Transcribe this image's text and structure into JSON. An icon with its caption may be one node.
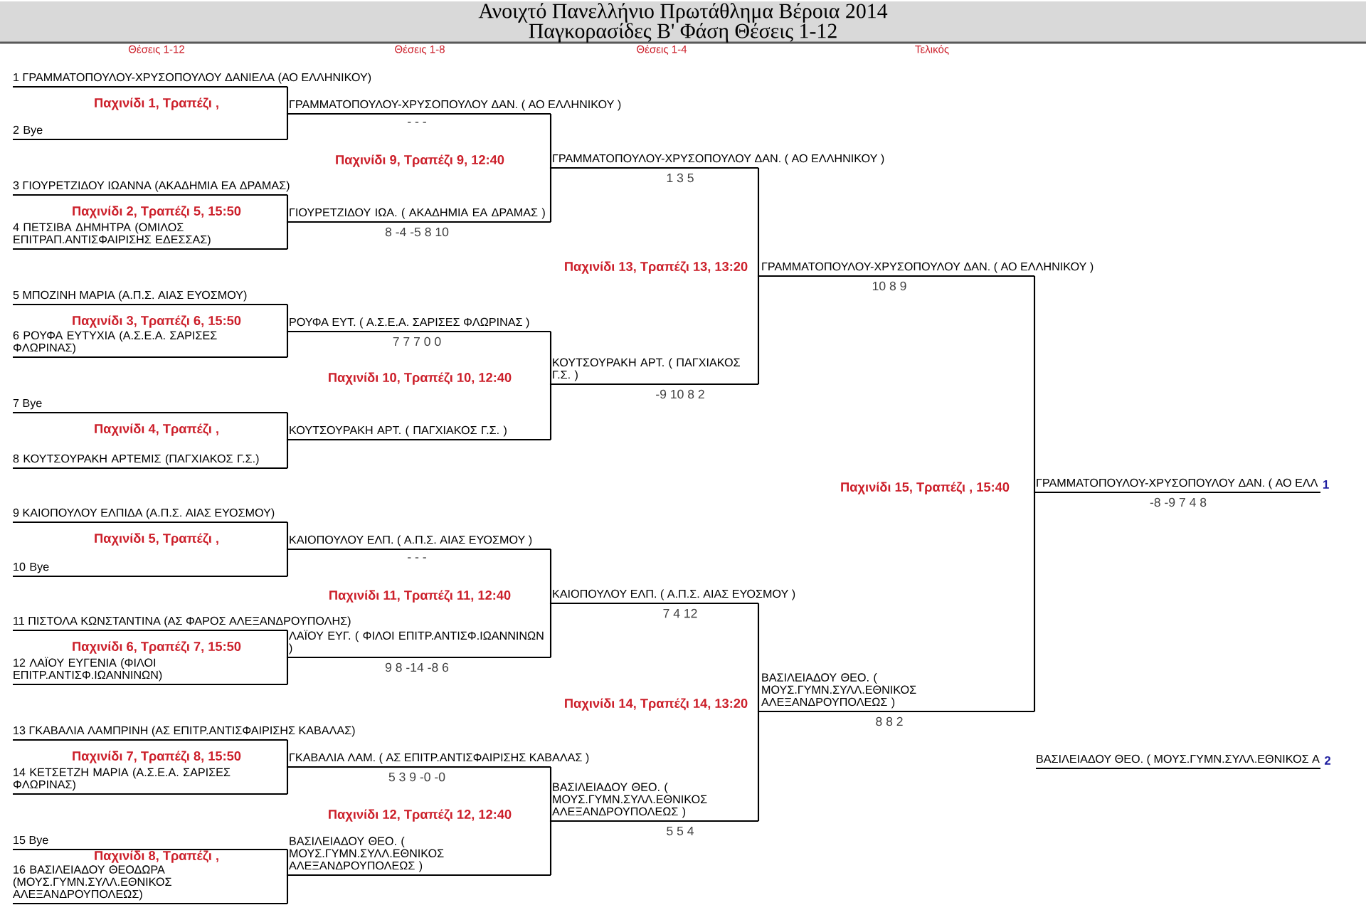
{
  "diagram": {
    "title": "Ανοιχτό Πανελλήνιο Πρωτάθλημα Βέροια 2014",
    "nodes": [
      {
        "text": [
          "1 ΓΡΑΜΜΑΤΟΠΟΥΛΟΥ-ΧΡΥΣΟΠΟΥΛΟΥ ΔΑΝΙΕΛΑ (ΑΟ ΕΛΛΗΝΙΚΟΥ)"
        ]
      },
      {
        "text": [
          "2 Bye"
        ]
      },
      {
        "text": [
          "3 ΓΙΟΥΡΕΤΖΙΔΟΥ ΙΩΑΝΝΑ (ΑΚΑΔΗΜΙΑ ΕΑ ΔΡΑΜΑΣ)"
        ]
      },
      {
        "text": [
          "4 ΠΕΤΣΙΒΑ ΔΗΜΗΤΡΑ (ΟΜΙΛΟΣ ΕΠΙΤΡΑΠ.ΑΝΤΙΣΦΑΙΡΙΣΗΣ ΕΔΕΣΣΑΣ)"
        ]
      },
      {
        "text": [
          "5 ΜΠΟΖΙΝΗ ΜΑΡΙΑ (Α.Π.Σ. ΑΙΑΣ ΕΥΟΣΜΟΥ)"
        ]
      },
      {
        "text": [
          "6 ΡΟΥΦΑ ΕΥΤΥΧΙΑ (Α.Σ.Ε.Α. ΣΑΡΙΣΕΣ ΦΛΩΡΙΝΑΣ)"
        ]
      },
      {
        "text": [
          "7 Bye"
        ]
      },
      {
        "text": [
          "8 ΚΟΥΤΣΟΥΡΑΚΗ ΑΡΤΕΜΙΣ (ΠΑΓΧΙΑΚΟΣ Γ.Σ.)"
        ]
      },
      {
        "text": [
          "9 ΚΑΙΟΠΟΥΛΟΥ ΕΛΠΙΔΑ (Α.Π.Σ. ΑΙΑΣ ΕΥΟΣΜΟΥ)"
        ]
      },
      {
        "text": [
          "10 Bye"
        ]
      },
      {
        "text": [
          "11 ΠΙΣΤΟΛΑ ΚΩΝΣΤΑΝΤΙΝΑ (ΑΣ ΦΑΡΟΣ ΑΛΕΞΑΝΔΡΟΥΠΟΛΗΣ)"
        ]
      },
      {
        "text": [
          "12 ΛΑΪΟΥ ΕΥΓΕΝΙΑ (ΦΙΛΟΙ ΕΠΙΤΡ.ΑΝΤΙΣΦ.ΙΩΑΝΝΙΝΩΝ)"
        ]
      },
      {
        "text": [
          "13 ΓΚΑΒΑΛΙΑ ΛΑΜΠΡΙΝΗ (ΑΣ ΕΠΙΤΡ.ΑΝΤΙΣΦΑΙΡΙΣΗΣ ΚΑΒΑΛΑΣ)"
        ]
      },
      {
        "text": [
          "14 ΚΕΤΣΕΤΖΗ ΜΑΡΙΑ (Α.Σ.Ε.Α. ΣΑΡΙΣΕΣ ΦΛΩΡΙΝΑΣ)"
        ]
      },
      {
        "text": [
          "15 Bye"
        ]
      },
      {
        "text": [
          "16 ΒΑΣΙΛΕΙΑΔΟΥ ΘΕΟΔΩΡΑ (ΜΟΥΣ.ΓΥΜΝ.ΣΥΛΛ.ΕΘΝΙΚΟΣ ΑΛΕΞΑΝΔΡΟΥΠΟΛΕΩΣ)"
        ]
      },
      {
        "text": [
          "ΓΡΑΜΜΑΤΟΠΟΥΛΟΥ-ΧΡΥΣΟΠΟΥΛΟΥ ΔΑΝ. ( ΑΟ ΕΛΛΗΝΙΚΟΥ )"
        ],
        "beside": [
          "- - -"
        ]
      },
      {
        "text": [
          "ΓΙΟΥΡΕΤΖΙΔΟΥ ΙΩΑ. ( ΑΚΑΔΗΜΙΑ ΕΑ ΔΡΑΜΑΣ )"
        ],
        "beside": [
          "8 -4 -5 8 10"
        ]
      },
      {
        "text": [
          "ΡΟΥΦΑ ΕΥΤ. ( Α.Σ.Ε.Α. ΣΑΡΙΣΕΣ ΦΛΩΡΙΝΑΣ )"
        ],
        "beside": [
          "7 7 7 0 0"
        ]
      },
      {
        "text": [
          "ΚΟΥΤΣΟΥΡΑΚΗ ΑΡΤ. ( ΠΑΓΧΙΑΚΟΣ Γ.Σ. )"
        ]
      },
      {
        "text": [
          "ΚΑΙΟΠΟΥΛΟΥ ΕΛΠ. ( Α.Π.Σ. ΑΙΑΣ ΕΥΟΣΜΟΥ )"
        ],
        "beside": [
          "- - -"
        ]
      },
      {
        "text": [
          "ΛΑΪΟΥ ΕΥΓ. ( ΦΙΛΟΙ ΕΠΙΤΡ.ΑΝΤΙΣΦ.ΙΩΑΝΝΙΝΩΝ )"
        ],
        "beside": [
          "9 8 -14 -8 6"
        ]
      },
      {
        "text": [
          "ΓΚΑΒΑΛΙΑ ΛΑΜ. ( ΑΣ ΕΠΙΤΡ.ΑΝΤΙΣΦΑΙΡΙΣΗΣ ΚΑΒΑΛΑΣ )"
        ],
        "beside": [
          "5 3 9 -0 -0"
        ]
      },
      {
        "text": [
          "ΒΑΣΙΛΕΙΑΔΟΥ ΘΕΟ. ( ΜΟΥΣ.ΓΥΜΝ.ΣΥΛΛ.ΕΘΝΙΚΟΣ ΑΛΕΞΑΝΔΡΟΥΠΟΛΕΩΣ )"
        ]
      },
      {
        "text": [
          "ΓΡΑΜΜΑΤΟΠΟΥΛΟΥ-ΧΡΥΣΟΠΟΥΛΟΥ ΔΑΝ. ( ΑΟ ΕΛΛΗΝΙΚΟΥ )"
        ],
        "beside": [
          "1 3 5"
        ]
      },
      {
        "text": [
          "ΚΟΥΤΣΟΥΡΑΚΗ ΑΡΤ. ( ΠΑΓΧΙΑΚΟΣ Γ.Σ. )"
        ],
        "beside": [
          "-9 10 8 2"
        ]
      },
      {
        "text": [
          "ΚΑΙΟΠΟΥΛΟΥ ΕΛΠ. ( Α.Π.Σ. ΑΙΑΣ ΕΥΟΣΜΟΥ )"
        ],
        "beside": [
          "7 4 12"
        ]
      },
      {
        "text": [
          "ΒΑΣΙΛΕΙΑΔΟΥ ΘΕΟ. ( ΜΟΥΣ.ΓΥΜΝ.ΣΥΛΛ.ΕΘΝΙΚΟΣ ΑΛΕΞΑΝΔΡΟΥΠΟΛΕΩΣ )"
        ],
        "beside": [
          "5 5 4"
        ]
      },
      {
        "text": [
          "ΓΡΑΜΜΑΤΟΠΟΥΛΟΥ-ΧΡΥΣΟΠΟΥΛΟΥ ΔΑΝ. ( ΑΟ ΕΛΛΗΝΙΚΟΥ )"
        ],
        "beside": [
          "10 8 9"
        ]
      },
      {
        "text": [
          "ΒΑΣΙΛΕΙΑΔΟΥ ΘΕΟ. ( ΜΟΥΣ.ΓΥΜΝ.ΣΥΛΛ.ΕΘΝΙΚΟΣ ΑΛΕΞΑΝΔΡΟΥΠΟΛΕΩΣ )"
        ],
        "beside": [
          "8 8 2"
        ]
      },
      {
        "text": [
          "ΓΡΑΜΜΑΤΟΠΟΥΛΟΥ-ΧΡΥΣΟΠΟΥΛΟΥ ΔΑΝ. ( ΑΟ ΕΛΛ"
        ],
        "beside": [
          "-8 -9 7 4 8",
          "1"
        ]
      },
      {
        "text": [
          "ΒΑΣΙΛΕΙΑΔΟΥ ΘΕΟ. ( ΜΟΥΣ.ΓΥΜΝ.ΣΥΛΛ.ΕΘΝΙΚΟΣ Α"
        ],
        "beside": [
          "2"
        ]
      }
    ],
    "edges": [
      {
        "from": 0,
        "to": 16,
        "arrow": "none"
      },
      {
        "from": 1,
        "to": 16,
        "arrow": "none"
      },
      {
        "from": 2,
        "to": 17,
        "arrow": "none"
      },
      {
        "from": 3,
        "to": 17,
        "arrow": "none"
      },
      {
        "from": 4,
        "to": 18,
        "arrow": "none"
      },
      {
        "from": 5,
        "to": 18,
        "arrow": "none"
      },
      {
        "from": 6,
        "to": 19,
        "arrow": "none"
      },
      {
        "from": 7,
        "to": 19,
        "arrow": "none"
      },
      {
        "from": 8,
        "to": 20,
        "arrow": "none"
      },
      {
        "from": 9,
        "to": 20,
        "arrow": "none"
      },
      {
        "from": 10,
        "to": 21,
        "arrow": "none"
      },
      {
        "from": 11,
        "to": 21,
        "arrow": "none"
      },
      {
        "from": 12,
        "to": 22,
        "arrow": "none"
      },
      {
        "from": 13,
        "to": 22,
        "arrow": "none"
      },
      {
        "from": 14,
        "to": 23,
        "arrow": "none"
      },
      {
        "from": 15,
        "to": 23,
        "arrow": "none"
      },
      {
        "from": 16,
        "to": 24,
        "arrow": "none"
      },
      {
        "from": 17,
        "to": 24,
        "arrow": "none"
      },
      {
        "from": 18,
        "to": 25,
        "arrow": "none"
      },
      {
        "from": 19,
        "to": 25,
        "arrow": "none"
      },
      {
        "from": 20,
        "to": 26,
        "arrow": "none"
      },
      {
        "from": 21,
        "to": 26,
        "arrow": "none"
      },
      {
        "from": 22,
        "to": 27,
        "arrow": "none"
      },
      {
        "from": 23,
        "to": 27,
        "arrow": "none"
      },
      {
        "from": 24,
        "to": 28,
        "arrow": "none"
      },
      {
        "from": 25,
        "to": 28,
        "arrow": "none"
      },
      {
        "from": 26,
        "to": 29,
        "arrow": "none"
      },
      {
        "from": 27,
        "to": 29,
        "arrow": "none"
      },
      {
        "from": 28,
        "to": 30,
        "arrow": "none"
      },
      {
        "from": 29,
        "to": 30,
        "arrow": "none"
      }
    ],
    "labels": [
      "Παγκορασίδες Β' Φάση  Θέσεις 1-12",
      "Θέσεις 1-12",
      "Θέσεις 1-8",
      "Θέσεις 1-4",
      "Τελικός",
      "Παχινίδι 1, Τραπέζι ,",
      "Παχινίδι 2, Τραπέζι 5, 15:50",
      "Παχινίδι 3, Τραπέζι 6, 15:50",
      "Παχινίδι 4, Τραπέζι ,",
      "Παχινίδι 5, Τραπέζι ,",
      "Παχινίδι 6, Τραπέζι 7, 15:50",
      "Παχινίδι 7, Τραπέζι 8, 15:50",
      "Παχινίδι 8, Τραπέζι ,",
      "Παχινίδι 9, Τραπέζι 9, 12:40",
      "Παχινίδι 10, Τραπέζι 10, 12:40",
      "Παχινίδι 11, Τραπέζι 11, 12:40",
      "Παχινίδι 12, Τραπέζι 12, 12:40",
      "Παχινίδι 13, Τραπέζι 13, 13:20",
      "Παχινίδι 14, Τραπέζι 14, 13:20",
      "Παχινίδι 15, Τραπέζι , 15:40"
    ]
  }
}
